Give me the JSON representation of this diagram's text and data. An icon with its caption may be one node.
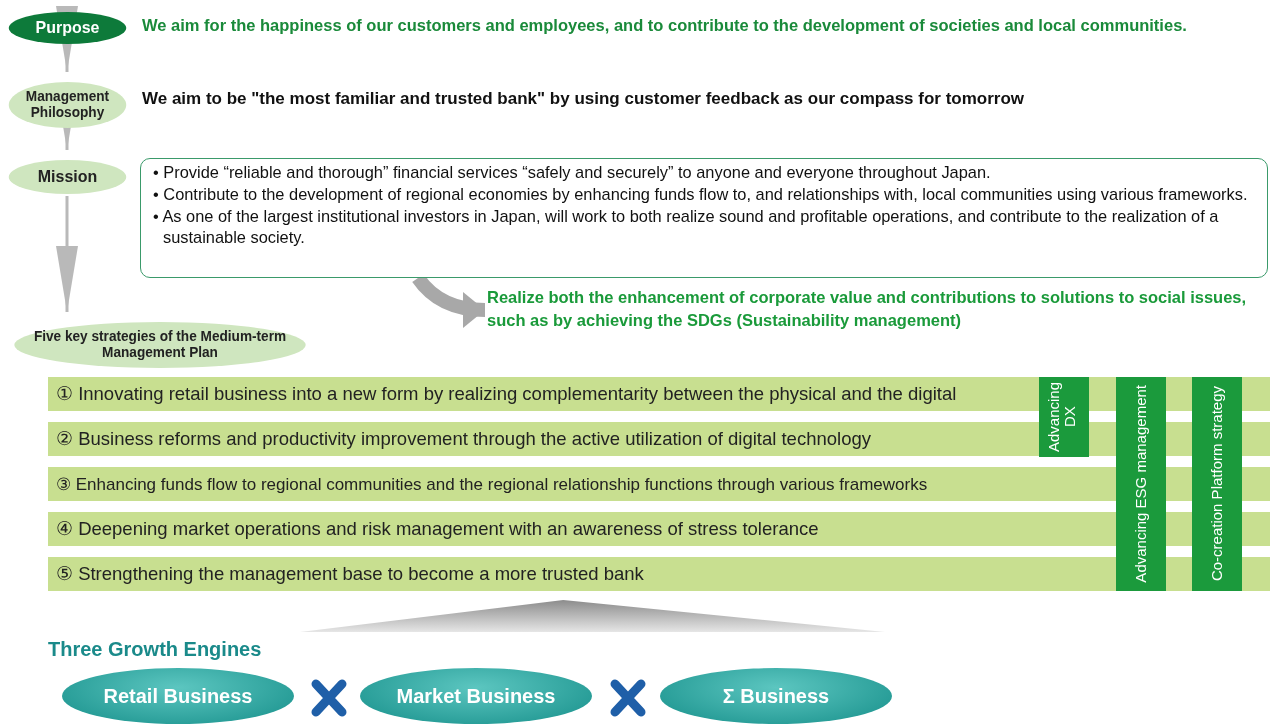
{
  "diagram": {
    "nodes": [
      {
        "text": [
          "Purpose"
        ],
        "beside": [
          "We aim for the happiness of our customers and employees, and to contribute to the development of societies and local communities."
        ]
      },
      {
        "text": [
          "Management Philosophy"
        ],
        "beside": [
          "We aim to be \"the most familiar and trusted bank\" by using customer feedback as our compass for tomorrow"
        ]
      },
      {
        "text": [
          "Mission"
        ]
      },
      {
        "text": [
          "• Provide “reliable and thorough” financial services “safely and securely” to anyone and everyone throughout Japan.",
          "• Contribute to the development of regional economies by enhancing funds flow to, and relationships with, local communities using various frameworks.",
          "• As one of the largest institutional investors in Japan, will work to both realize sound and profitable operations, and contribute to the realization of a sustainable society."
        ]
      },
      {
        "text": [
          "Realize both the enhancement of corporate value and contributions to solutions to social issues, such as by achieving the SDGs (Sustainability management)"
        ]
      },
      {
        "text": [
          "Five key strategies of the Medium-term Management Plan"
        ]
      },
      {
        "text": [
          "① Innovating retail business into a new form by realizing complementarity between the physical and the digital"
        ]
      },
      {
        "text": [
          "② Business reforms and productivity improvement through the active utilization of digital technology"
        ]
      },
      {
        "text": [
          "③ Enhancing funds flow to regional communities and the regional relationship functions through various frameworks"
        ]
      },
      {
        "text": [
          "④ Deepening market operations and risk management with an awareness of stress tolerance"
        ]
      },
      {
        "text": [
          "⑤ Strengthening the management base to become a more trusted bank"
        ]
      },
      {
        "text": [
          "Advancing DX"
        ]
      },
      {
        "text": [
          "Advancing ESG management"
        ]
      },
      {
        "text": [
          "Co-creation Platform strategy"
        ]
      },
      {
        "text": [],
        "shape": "triangle"
      },
      {
        "text": [
          "Retail Business"
        ]
      },
      {
        "text": [
          "Market Business"
        ]
      },
      {
        "text": [
          "Σ Business"
        ]
      }
    ],
    "edges": [
      {
        "from": 0,
        "to": 1,
        "arrow": "to"
      },
      {
        "from": 1,
        "to": 2,
        "arrow": "to"
      },
      {
        "from": 2,
        "to": 5,
        "arrow": "to"
      },
      {
        "from": 3,
        "to": 4,
        "arrow": "to",
        "style": "thick"
      }
    ],
    "labels": [
      "Three Growth Engines"
    ]
  }
}
